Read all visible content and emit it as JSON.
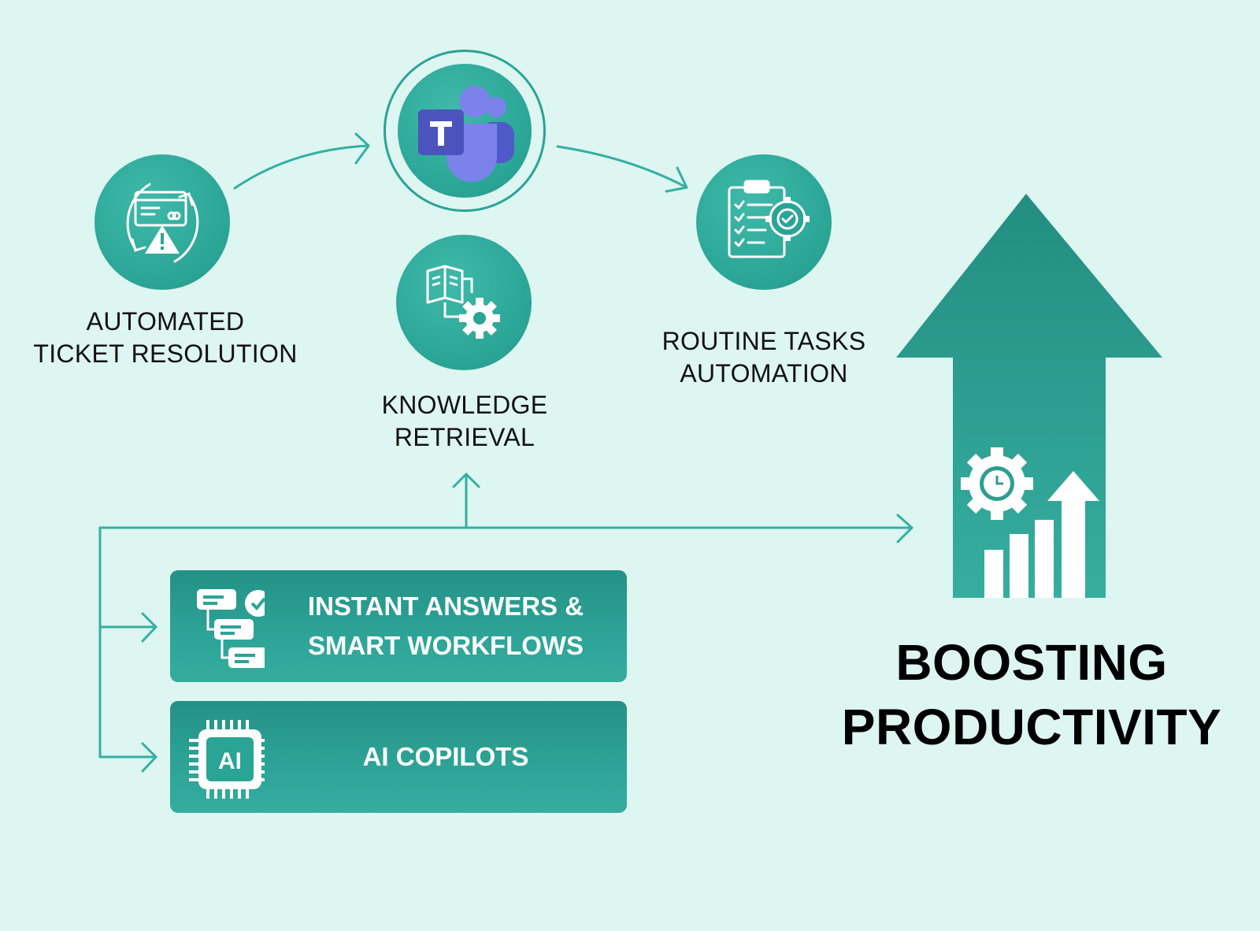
{
  "nodes": {
    "ticket": {
      "line1": "AUTOMATED",
      "line2": "TICKET RESOLUTION",
      "icon": "ticket-warning-icon"
    },
    "teams": {
      "icon": "microsoft-teams-icon"
    },
    "knowledge": {
      "line1": "KNOWLEDGE",
      "line2": "RETRIEVAL",
      "icon": "book-gear-icon"
    },
    "routine": {
      "line1": "ROUTINE TASKS",
      "line2": "AUTOMATION",
      "icon": "clipboard-gear-icon"
    }
  },
  "cards": {
    "instant": {
      "line1": "INSTANT ANSWERS &",
      "line2": "SMART WORKFLOWS",
      "icon": "workflow-chat-icon"
    },
    "copilots": {
      "label": "AI COPILOTS",
      "icon": "ai-chip-icon",
      "chip_text": "AI"
    }
  },
  "outcome": {
    "line1": "BOOSTING",
    "line2": "PRODUCTIVITY",
    "icon": "gear-clock-growth-icon"
  },
  "colors": {
    "background": "#def6f1",
    "teal": "#2aa495",
    "teal_dark": "#238d81",
    "teams_purple": "#5059c9",
    "teams_purple_light": "#7b83eb"
  }
}
